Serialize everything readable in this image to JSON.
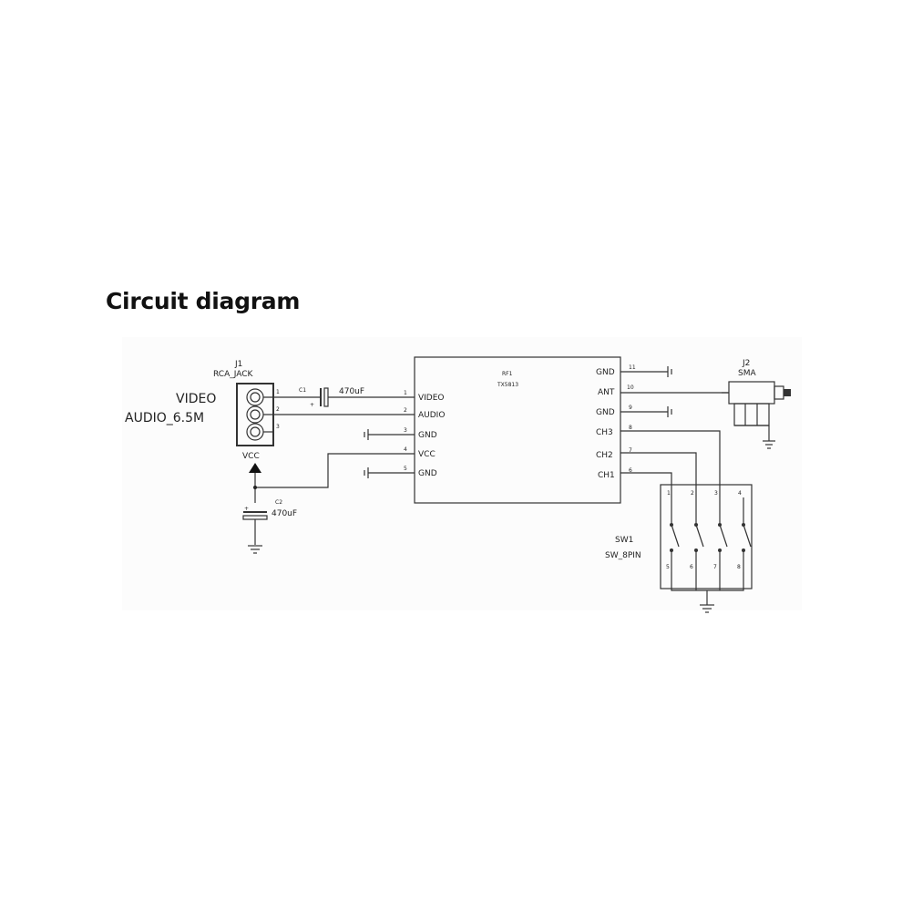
{
  "title": "Circuit diagram",
  "j1": {
    "ref": "J1",
    "name": "RCA_JACK",
    "pins": [
      "1",
      "2",
      "3"
    ]
  },
  "left_labels": {
    "video": "VIDEO",
    "audio": "AUDIO_6.5M"
  },
  "vcc": "VCC",
  "c1": {
    "ref": "C1",
    "value": "470uF"
  },
  "c2": {
    "ref": "C2",
    "value": "470uF"
  },
  "module": {
    "ref": "RF1",
    "part": "TX5813",
    "left_pins": [
      {
        "num": "1",
        "name": "VIDEO"
      },
      {
        "num": "2",
        "name": "AUDIO"
      },
      {
        "num": "3",
        "name": "GND"
      },
      {
        "num": "4",
        "name": "VCC"
      },
      {
        "num": "5",
        "name": "GND"
      }
    ],
    "right_pins": [
      {
        "num": "11",
        "name": "GND"
      },
      {
        "num": "10",
        "name": "ANT"
      },
      {
        "num": "9",
        "name": "GND"
      },
      {
        "num": "8",
        "name": "CH3"
      },
      {
        "num": "7",
        "name": "CH2"
      },
      {
        "num": "6",
        "name": "CH1"
      }
    ]
  },
  "j2": {
    "ref": "J2",
    "name": "SMA"
  },
  "sw1": {
    "ref": "SW1",
    "name": "SW_8PIN",
    "top_pins": [
      "1",
      "2",
      "3",
      "4"
    ],
    "bottom_pins": [
      "5",
      "6",
      "7",
      "8"
    ]
  }
}
